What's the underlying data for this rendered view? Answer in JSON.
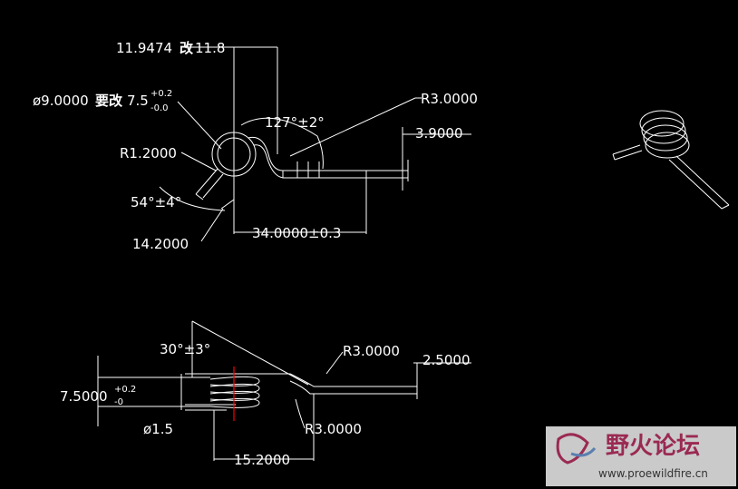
{
  "top_view": {
    "dim_top": "11.9474",
    "dim_top_note": "改",
    "dim_top_old": "11.8",
    "dia": "ø9.0000",
    "dia_note": "要改",
    "dia_new": "7.5",
    "dia_tol_plus": "+0.2",
    "dia_tol_minus": "-0.0",
    "r_top": "R3.0000",
    "angle": "127°±2°",
    "height": "3.9000",
    "r_small": "R1.2000",
    "leg_angle": "54°±4°",
    "length": "34.0000±0.3",
    "leg_length": "14.2000"
  },
  "side_view": {
    "angle": "30°±3°",
    "r_top": "R3.0000",
    "thickness": "2.5000",
    "coil_dia": "7.5000",
    "coil_tol_plus": "+0.2",
    "coil_tol_minus": "-0",
    "wire_dia": "ø1.5",
    "r_bottom": "R3.0000",
    "length": "15.2000"
  },
  "watermark": {
    "name": "野火论坛",
    "url": "www.proewildfire.cn"
  },
  "colors": {
    "background": "#000000",
    "line": "#ffffff",
    "center_line": "#ff0000",
    "watermark_bg": "#e0e0e0",
    "watermark_text": "#9a2a52"
  }
}
